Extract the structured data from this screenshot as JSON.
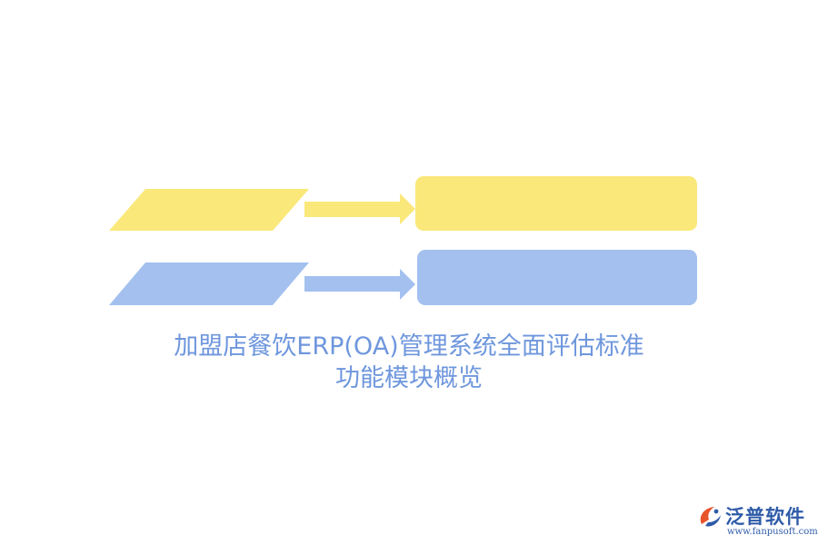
{
  "diagram": {
    "rows": [
      {
        "color": "#fae87a"
      },
      {
        "color": "#a3c0ef"
      }
    ]
  },
  "title": {
    "line1": "加盟店餐饮ERP(OA)管理系统全面评估标准",
    "line2": "功能模块概览"
  },
  "logo": {
    "brand": "泛普软件",
    "url": "www.fanpusoft.com",
    "icon": "fanpu-logo-icon"
  }
}
